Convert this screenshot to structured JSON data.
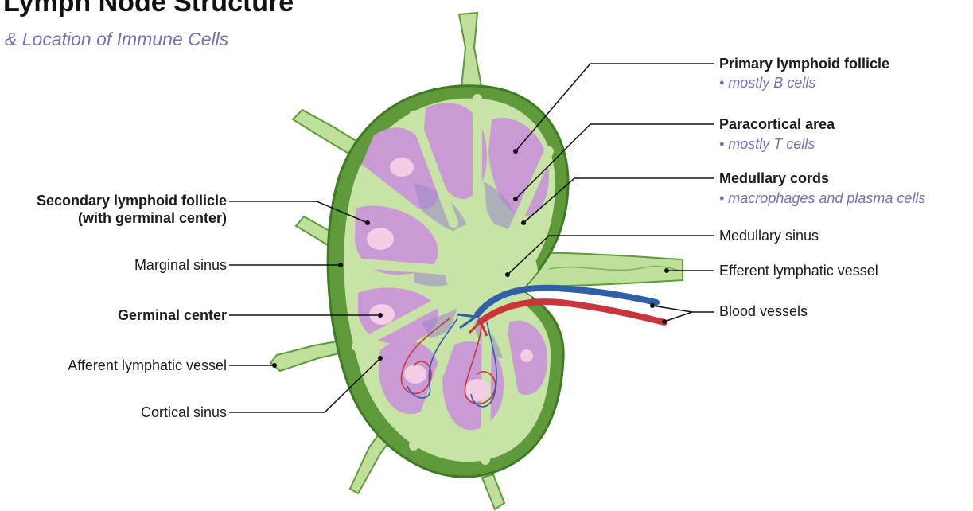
{
  "title": "Lymph Node Structure",
  "subtitle": "& Location of Immune Cells",
  "labels": {
    "secondary_follicle": "Secondary lymphoid follicle",
    "secondary_follicle_sub": "(with germinal center)",
    "marginal_sinus": "Marginal sinus",
    "germinal_center": "Germinal center",
    "afferent_vessel": "Afferent lymphatic vessel",
    "cortical_sinus": "Cortical sinus",
    "primary_follicle": "Primary lymphoid follicle",
    "primary_follicle_note": "• mostly B cells",
    "paracortical_area": "Paracortical area",
    "paracortical_area_note": "• mostly T cells",
    "medullary_cords": "Medullary cords",
    "medullary_cords_note": "• macrophages and plasma cells",
    "medullary_sinus": "Medullary sinus",
    "efferent_vessel": "Efferent lymphatic vessel",
    "blood_vessels": "Blood vessels"
  },
  "colors": {
    "capsule": "#5e9a3a",
    "capsule_dark": "#3f7a24",
    "trabecula": "#c8e3a6",
    "follicle": "#c99ad3",
    "follicle_inner": "#b27fc4",
    "paracortex": "#9a88c9",
    "germinal_center": "#f3cde6",
    "artery": "#c8363b",
    "vein": "#2f5fa8",
    "note_text": "#7a6db3"
  }
}
